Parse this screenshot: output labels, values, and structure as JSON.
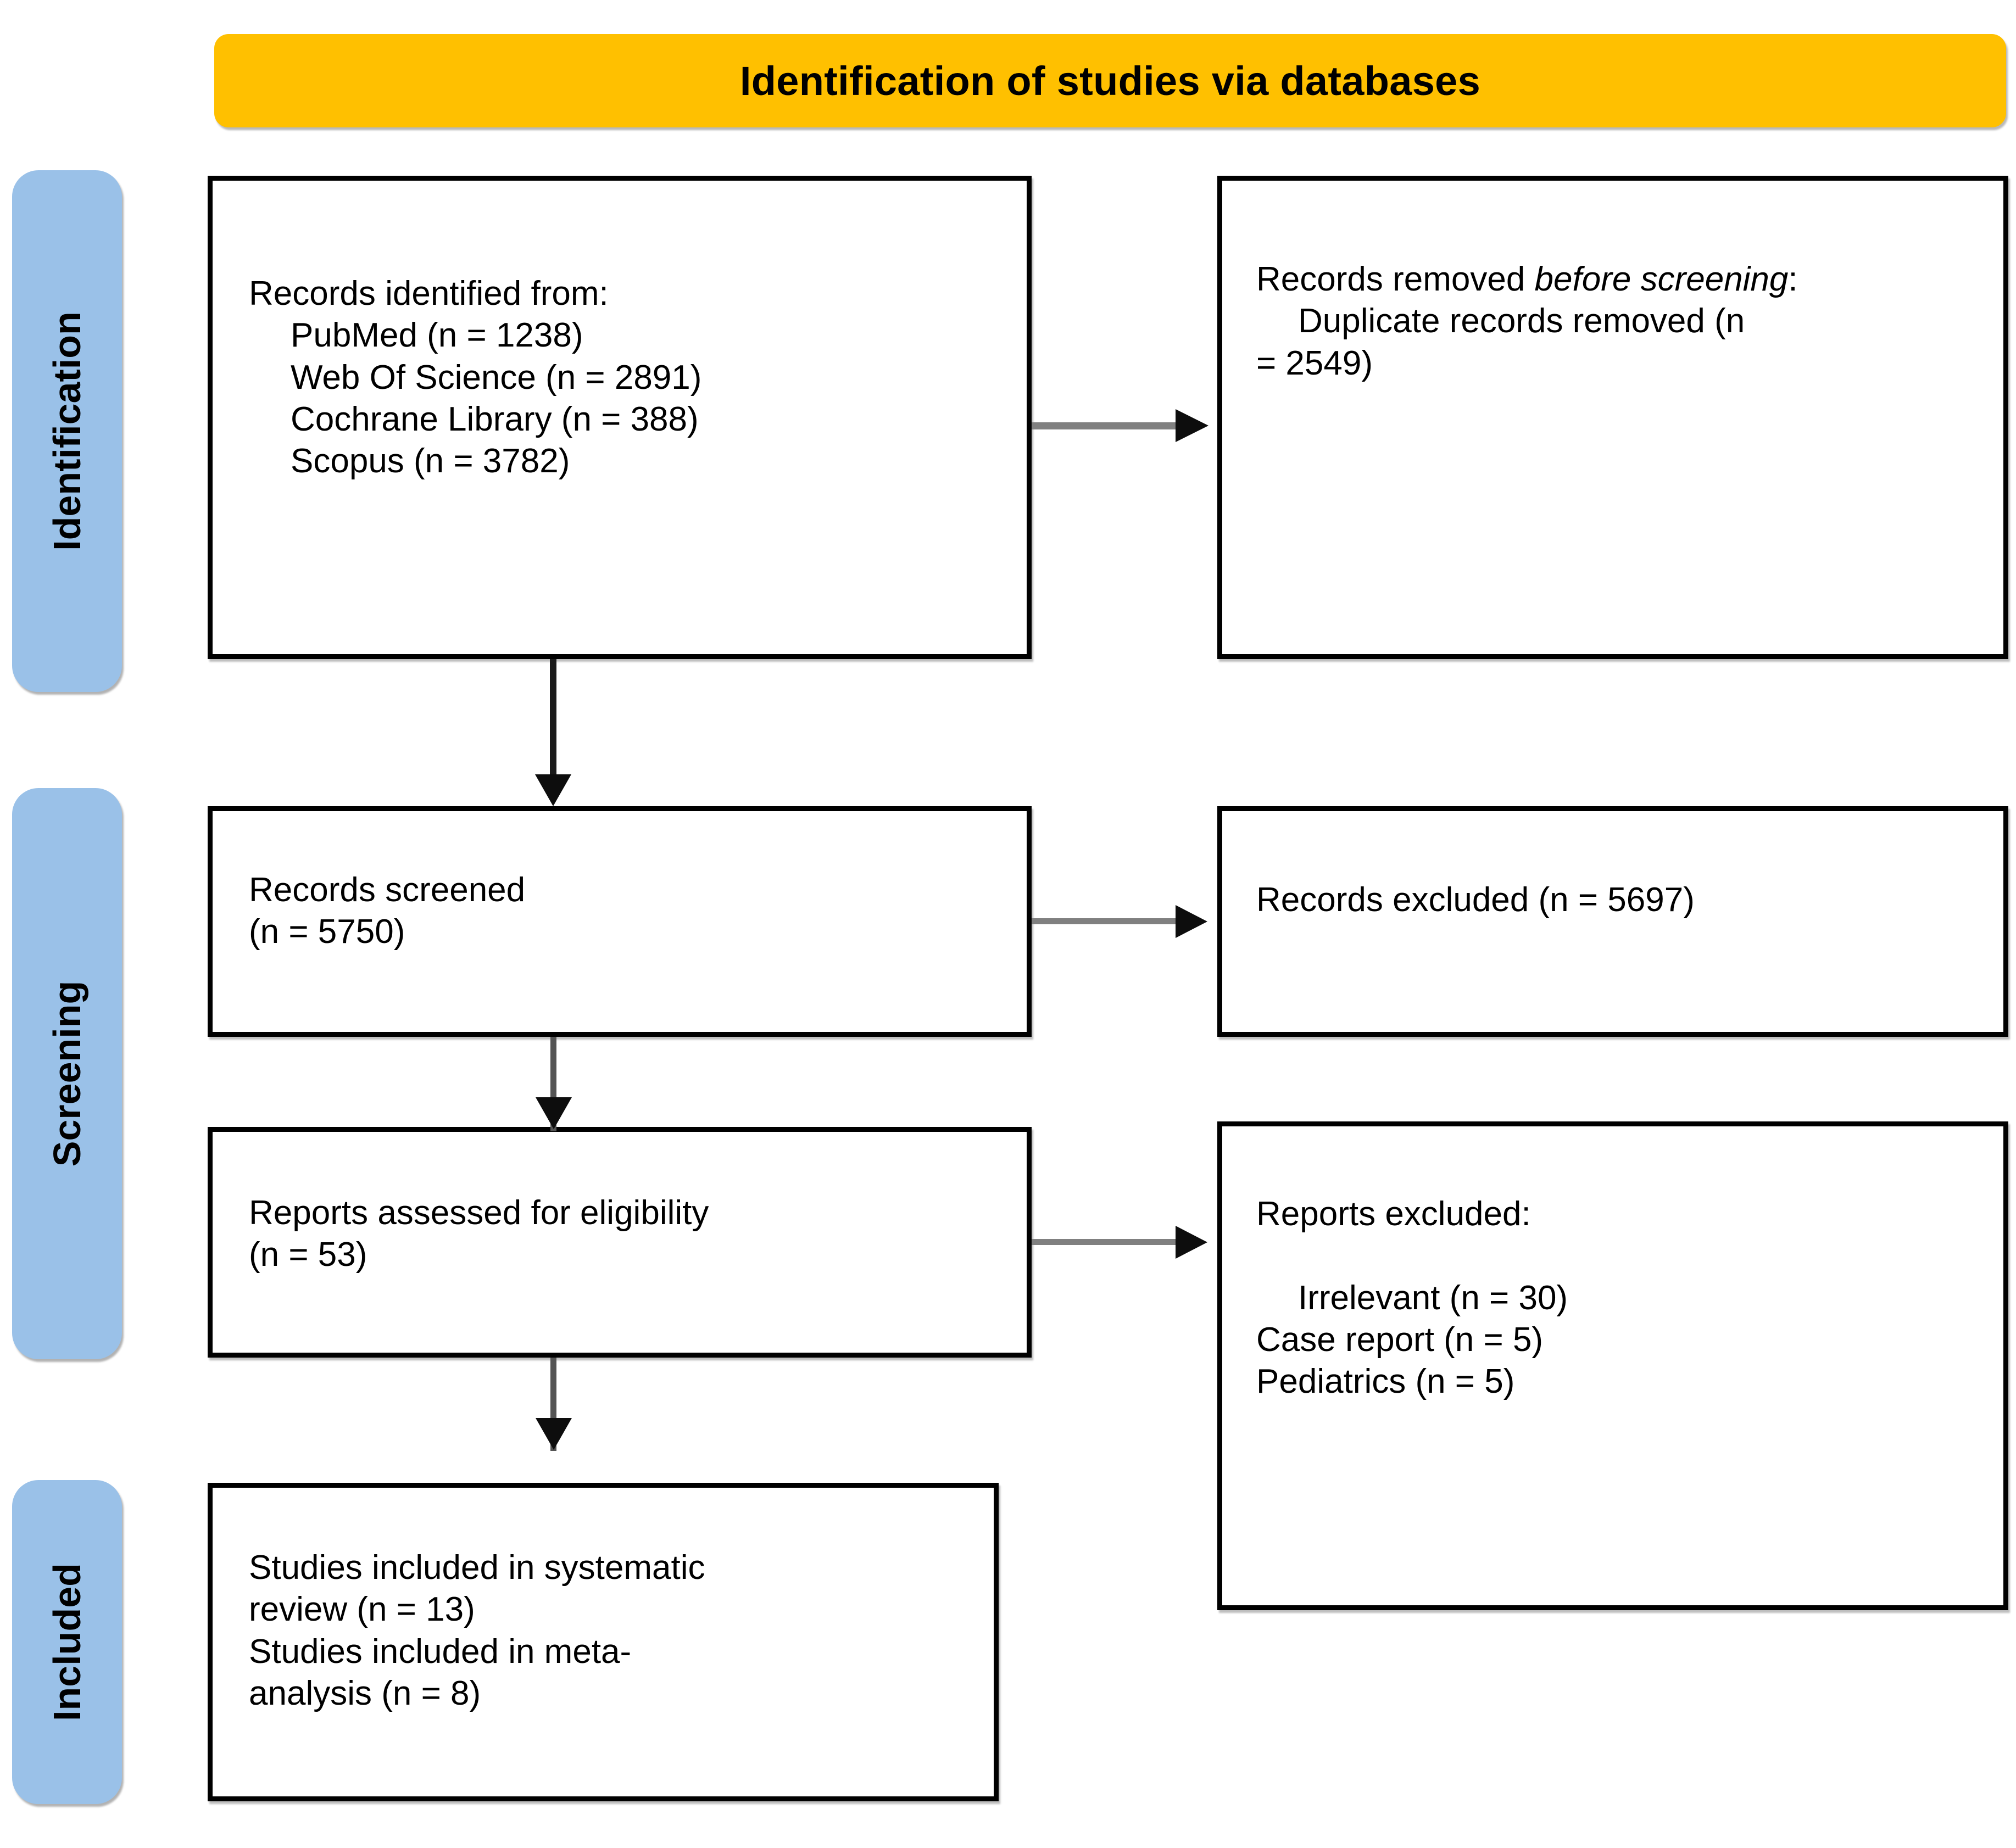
{
  "header": {
    "title": "Identification of studies via databases",
    "background_color": "#FFC000",
    "text_color": "#000000"
  },
  "stages": {
    "background_color": "#9AC1E8",
    "identification": "Identification",
    "screening": "Screening",
    "included": "Included"
  },
  "boxes": {
    "identified": {
      "heading": "Records identified from:",
      "items": [
        "PubMed (n = 1238)",
        "Web Of Science (n = 2891)",
        "Cochrane Library (n = 388)",
        "Scopus (n = 3782)"
      ]
    },
    "removed": {
      "heading_lead": "Records removed ",
      "heading_italic": "before screening",
      "heading_tail": ":",
      "items": [
        "Duplicate records removed (n",
        "= 2549)"
      ]
    },
    "screened": {
      "line1": "Records screened",
      "line2": "(n = 5750)"
    },
    "excluded": {
      "line1": "Records excluded (n = 5697)"
    },
    "eligibility": {
      "line1": "Reports assessed for eligibility",
      "line2": "(n = 53)"
    },
    "reports_excluded": {
      "heading": "Reports excluded:",
      "items": [
        "Irrelevant (n = 30)",
        "Case report (n = 5)",
        "Pediatrics (n = 5)"
      ]
    },
    "included": {
      "line1": "Studies included in systematic",
      "line2": "review (n = 13)",
      "line3": "Studies included in meta-",
      "line4": "analysis (n = 8)"
    }
  },
  "flow_counts": {
    "pubmed": 1238,
    "web_of_science": 2891,
    "cochrane_library": 388,
    "scopus": 3782,
    "duplicates_removed": 2549,
    "records_screened": 5750,
    "records_excluded": 5697,
    "reports_assessed": 53,
    "irrelevant": 30,
    "case_report": 5,
    "pediatrics": 5,
    "systematic_review": 13,
    "meta_analysis": 8
  }
}
